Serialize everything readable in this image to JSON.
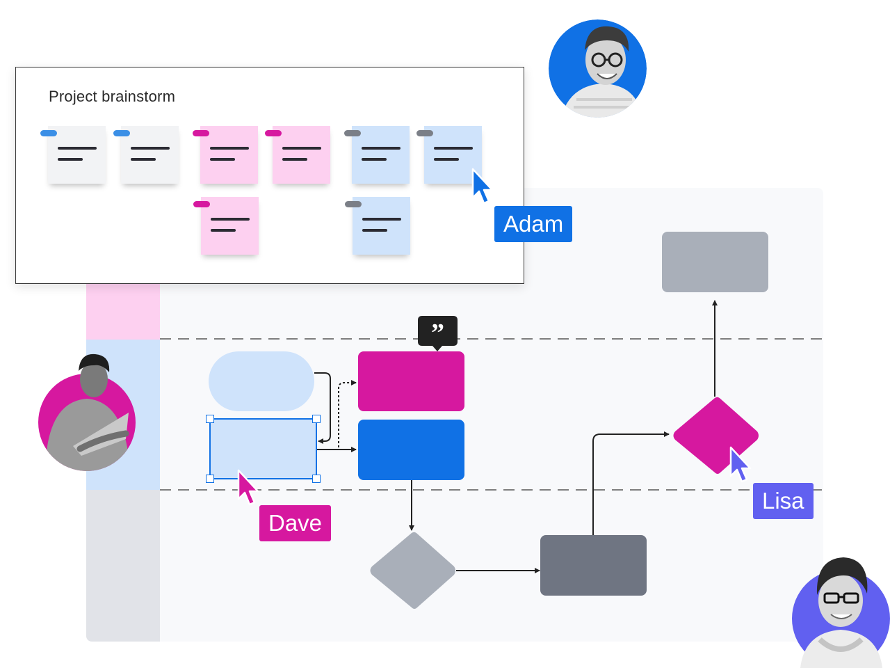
{
  "brainstorm": {
    "title": "Project brainstorm",
    "notes": [
      {
        "color": "gray",
        "tab_color": "#3b8fe6"
      },
      {
        "color": "gray",
        "tab_color": "#3b8fe6"
      },
      {
        "color": "pink",
        "tab_color": "#d6189f"
      },
      {
        "color": "pink",
        "tab_color": "#d6189f"
      },
      {
        "color": "blue",
        "tab_color": "#7b7f87"
      },
      {
        "color": "blue",
        "tab_color": "#7b7f87"
      },
      {
        "color": "pink",
        "tab_color": "#d6189f"
      },
      {
        "color": "blue",
        "tab_color": "#7b7f87"
      }
    ]
  },
  "collaborators": [
    {
      "name": "Adam",
      "color": "#1071e5"
    },
    {
      "name": "Dave",
      "color": "#d6189f"
    },
    {
      "name": "Lisa",
      "color": "#6160f0"
    }
  ],
  "colors": {
    "magenta": "#d6189f",
    "blue": "#1071e5",
    "light_blue": "#cfe3fb",
    "light_pink": "#fdd0f0",
    "gray_shape": "#a9afb9",
    "dark_gray_shape": "#6f7582",
    "violet": "#6160f0"
  },
  "icons": {
    "comment": "quote-bubble-icon",
    "cursor": "pointer-cursor-icon"
  }
}
